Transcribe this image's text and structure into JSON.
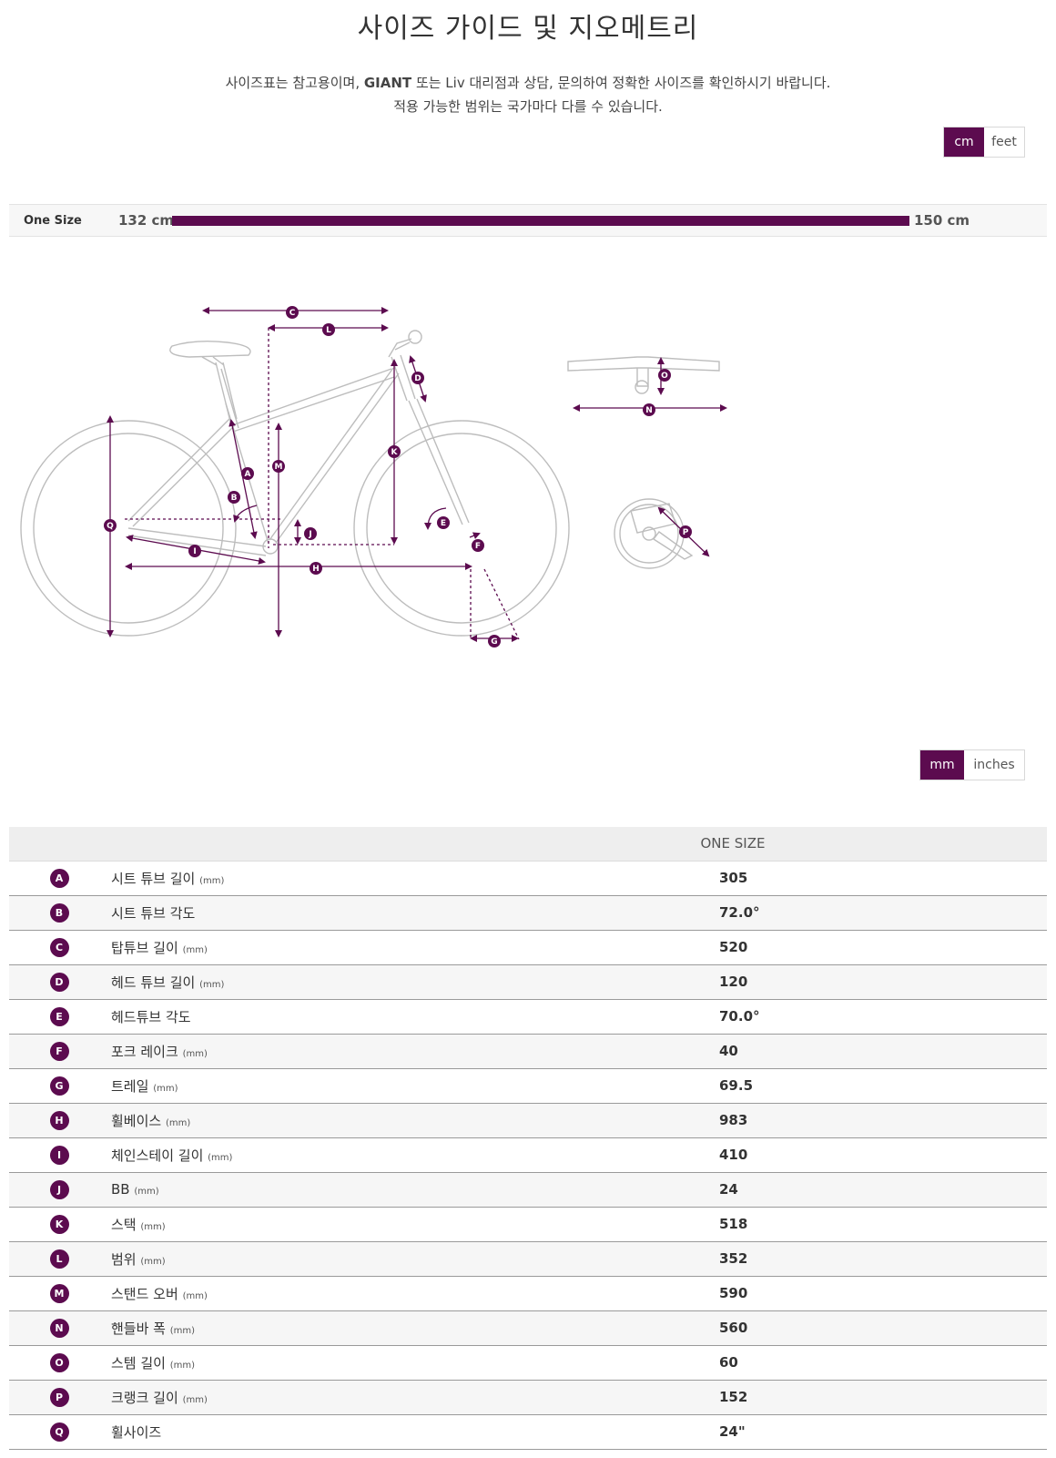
{
  "header": {
    "title": "사이즈 가이드 및 지오메트리",
    "intro_line1_pre": "사이즈표는 참고용이며, ",
    "intro_line1_bold": "GIANT",
    "intro_line1_post": " 또는 Liv 대리점과 상담, 문의하여 정확한 사이즈를 확인하시기 바랍니다.",
    "intro_line2": "적용 가능한 범위는 국가마다 다를 수 있습니다."
  },
  "height_units": {
    "selected": "cm",
    "options": [
      "cm",
      "feet"
    ]
  },
  "size_range": {
    "label": "One Size",
    "min": "132 cm",
    "max": "150 cm"
  },
  "geometry_units": {
    "selected": "mm",
    "options": [
      "mm",
      "inches"
    ]
  },
  "table": {
    "header": "ONE SIZE",
    "rows": [
      {
        "letter": "A",
        "name": "시트 튜브 길이",
        "unit": "(mm)",
        "value": "305"
      },
      {
        "letter": "B",
        "name": "시트 튜브 각도",
        "unit": "",
        "value": "72.0°"
      },
      {
        "letter": "C",
        "name": "탑튜브 길이",
        "unit": "(mm)",
        "value": "520"
      },
      {
        "letter": "D",
        "name": "헤드 튜브 길이",
        "unit": "(mm)",
        "value": "120"
      },
      {
        "letter": "E",
        "name": "헤드튜브 각도",
        "unit": "",
        "value": "70.0°"
      },
      {
        "letter": "F",
        "name": "포크 레이크",
        "unit": "(mm)",
        "value": "40"
      },
      {
        "letter": "G",
        "name": "트레일",
        "unit": "(mm)",
        "value": "69.5"
      },
      {
        "letter": "H",
        "name": "휠베이스",
        "unit": "(mm)",
        "value": "983"
      },
      {
        "letter": "I",
        "name": "체인스테이 길이",
        "unit": "(mm)",
        "value": "410"
      },
      {
        "letter": "J",
        "name": "BB",
        "unit": "(mm)",
        "value": "24"
      },
      {
        "letter": "K",
        "name": "스택",
        "unit": "(mm)",
        "value": "518"
      },
      {
        "letter": "L",
        "name": "범위",
        "unit": "(mm)",
        "value": "352"
      },
      {
        "letter": "M",
        "name": "스탠드 오버",
        "unit": "(mm)",
        "value": "590"
      },
      {
        "letter": "N",
        "name": "핸들바 폭",
        "unit": "(mm)",
        "value": "560"
      },
      {
        "letter": "O",
        "name": "스템 길이",
        "unit": "(mm)",
        "value": "60"
      },
      {
        "letter": "P",
        "name": "크랭크 길이",
        "unit": "(mm)",
        "value": "152"
      },
      {
        "letter": "Q",
        "name": "휠사이즈",
        "unit": "",
        "value": "24\""
      }
    ]
  },
  "colors": {
    "accent": "#5c0b4f",
    "frame": "#bdbdbd"
  }
}
